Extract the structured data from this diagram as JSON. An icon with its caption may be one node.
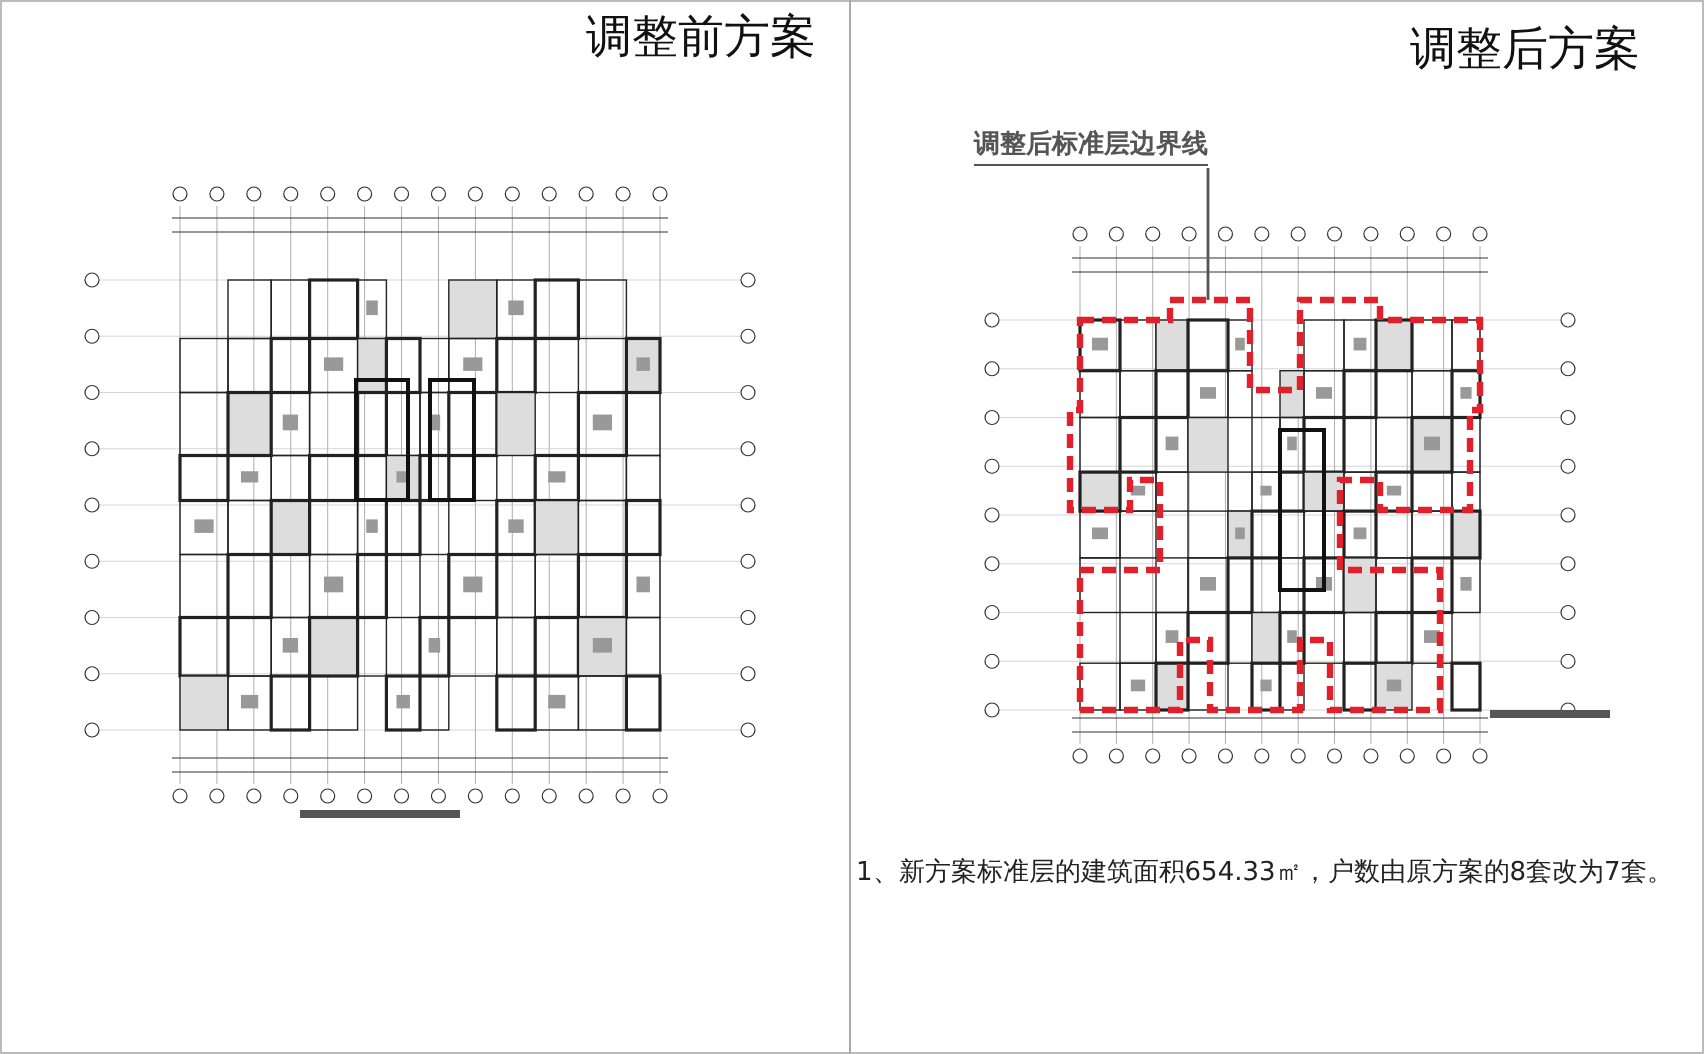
{
  "diagram": {
    "nodes": [
      {
        "text": [
          "调整后标准层边界线"
        ]
      },
      {
        "text": [],
        "shape": "picture"
      }
    ],
    "edges": [
      {
        "from": 0,
        "to": 1,
        "arrow": "none"
      }
    ],
    "labels": [
      "调整前方案",
      "调整后方案",
      "1、新方案标准层的建筑面积654.33㎡，户数由原方案的8套改为7套。"
    ]
  }
}
